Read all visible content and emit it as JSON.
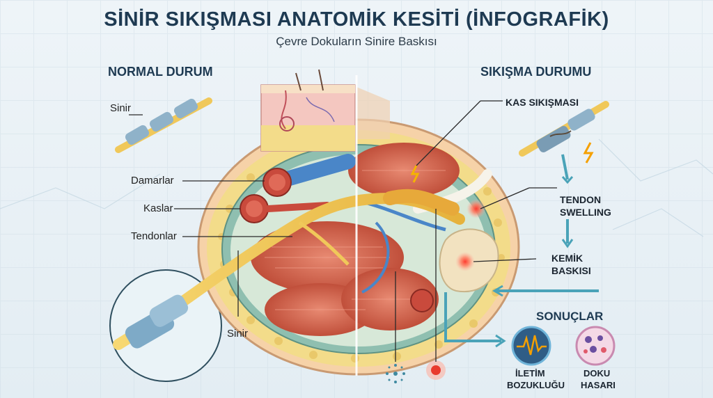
{
  "title": "SİNİR SIKIŞMASI ANATOMİK KESİTİ (İNFOGRAFİK)",
  "subtitle": "Çevre Dokuların Sinire Baskısı",
  "left_panel": {
    "heading": "NORMAL DURUM",
    "labels": {
      "nerve_top": "Sinir",
      "vessels": "Damarlar",
      "muscles": "Kaslar",
      "tendons": "Tendonlar",
      "nerve_bottom": "Sinir"
    }
  },
  "right_panel": {
    "heading": "SIKIŞMA DURUMU",
    "muscle_compression": "KAS SIKIŞMASI",
    "tendon_swelling_1": "TENDON",
    "tendon_swelling_2": "SWELLING",
    "bone_pressure_1": "KEMİK",
    "bone_pressure_2": "BASKISI",
    "results_heading": "SONUÇLAR",
    "conduction_1": "İLETİM",
    "conduction_2": "BOZUKLUĞU",
    "tissue_1": "DOKU",
    "tissue_2": "HASARI"
  },
  "colors": {
    "nerve": "#f0c85a",
    "muscle": "#d9614a",
    "vessel": "#4a86c8",
    "fascia": "#6fa89a",
    "fat": "#f3dc8a",
    "pain": "#e83a2e",
    "arrow": "#4aa3b8"
  }
}
